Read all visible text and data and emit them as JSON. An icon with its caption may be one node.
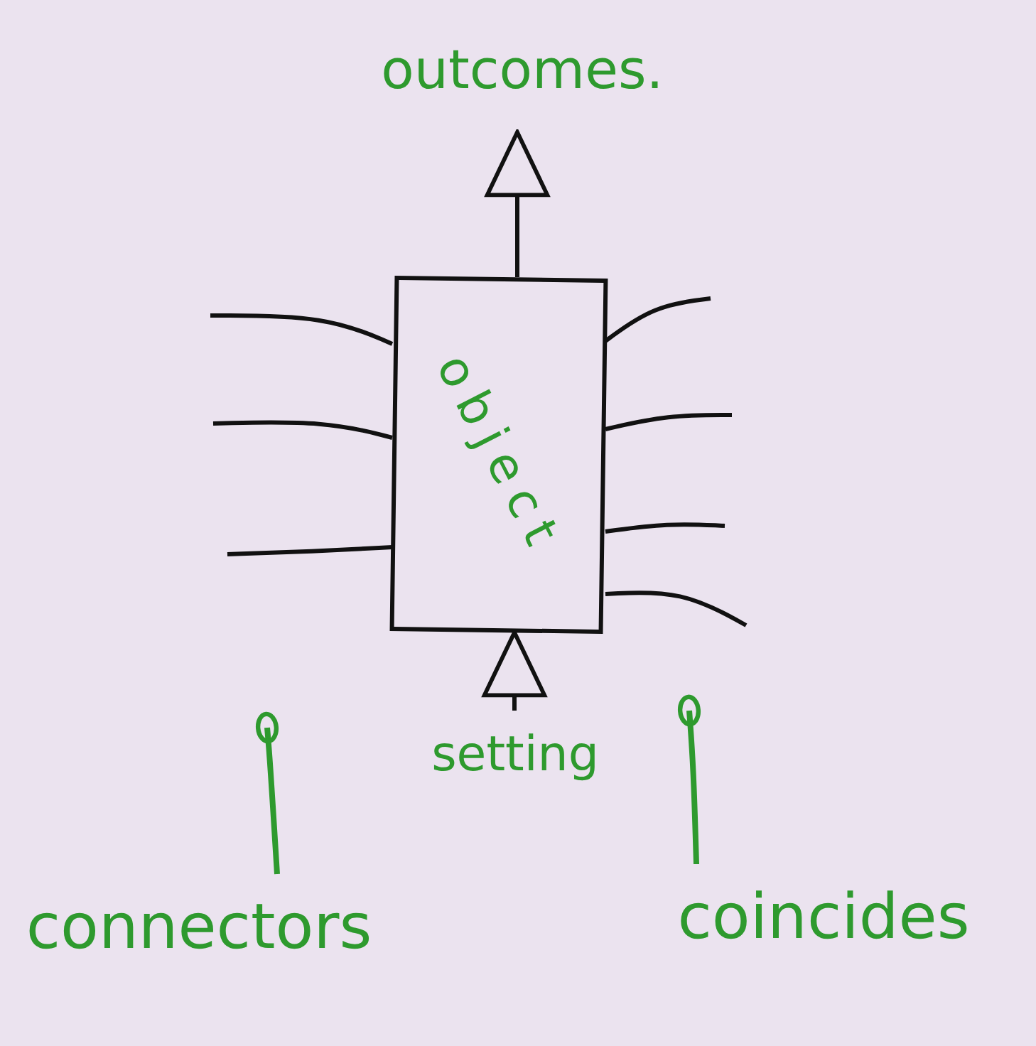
{
  "diagram": {
    "nodes": [
      {
        "text": [
          "outcomes."
        ]
      },
      {
        "text": [
          "object"
        ]
      },
      {
        "text": [
          "setting"
        ]
      },
      {
        "text": [
          "connectors"
        ]
      },
      {
        "text": [
          "coincides"
        ]
      }
    ],
    "edges": [
      {
        "from": 1,
        "to": 0,
        "arrow": "to"
      },
      {
        "from": 2,
        "to": 1,
        "arrow": "to"
      },
      {
        "from": 1,
        "to": null,
        "arrow": "none"
      },
      {
        "from": 1,
        "to": null,
        "arrow": "none"
      },
      {
        "from": 1,
        "to": null,
        "arrow": "none"
      },
      {
        "from": 1,
        "to": null,
        "arrow": "none"
      },
      {
        "from": 1,
        "to": null,
        "arrow": "none"
      },
      {
        "from": 1,
        "to": null,
        "arrow": "none"
      },
      {
        "from": 1,
        "to": null,
        "arrow": "none"
      },
      {
        "from": 3,
        "to": null,
        "arrow": "other",
        "color": "#2e9a2e"
      },
      {
        "from": 4,
        "to": null,
        "arrow": "other",
        "color": "#2e9a2e"
      }
    ]
  }
}
